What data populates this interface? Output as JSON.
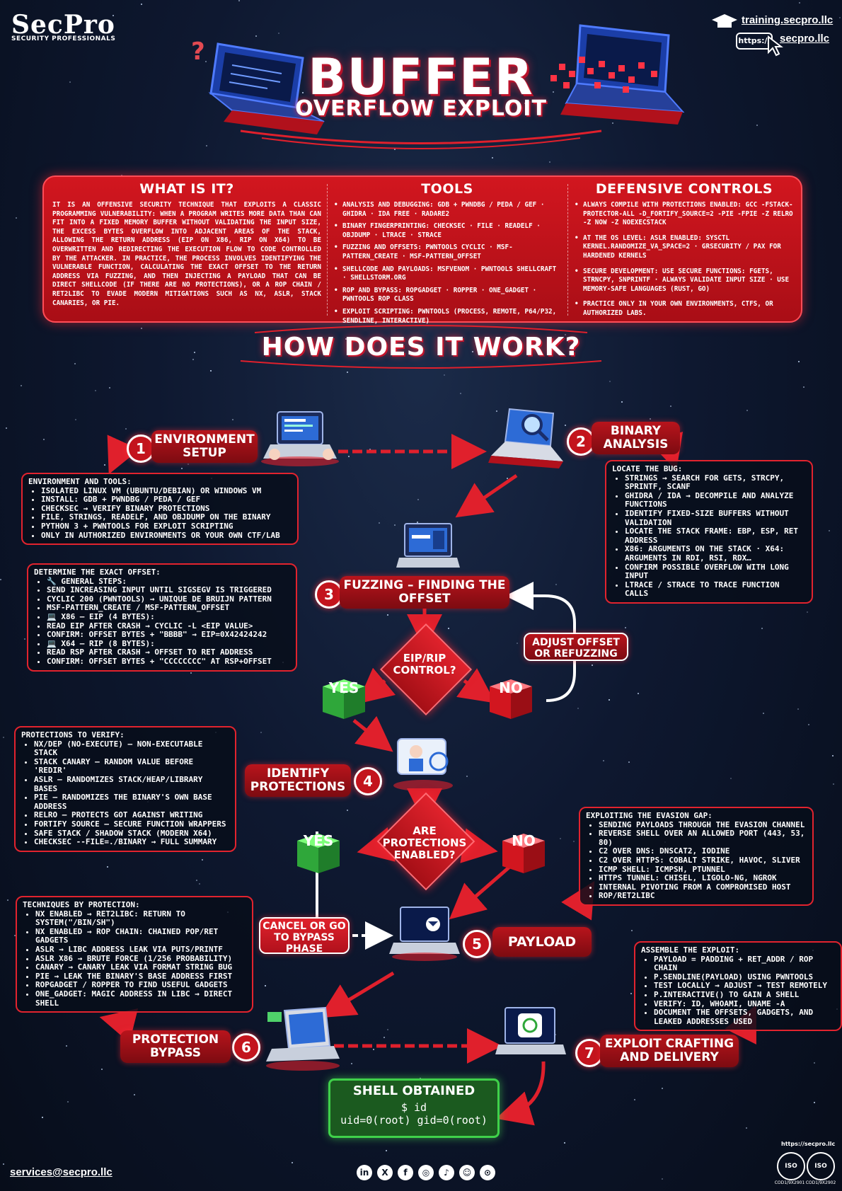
{
  "brand": {
    "logo": "SecPro",
    "tagline": "SECURITY PROFESSIONALS"
  },
  "links": {
    "training": "training.secpro.llc",
    "url_prefix": "https://",
    "site": "secpro.llc"
  },
  "title": {
    "line1": "BUFFER",
    "line2": "OVERFLOW EXPLOIT"
  },
  "panel": {
    "what": {
      "heading": "WHAT IS IT?",
      "body": "IT IS AN OFFENSIVE SECURITY TECHNIQUE THAT EXPLOITS A CLASSIC PROGRAMMING VULNERABILITY: WHEN A PROGRAM WRITES MORE DATA THAN CAN FIT INTO A FIXED MEMORY BUFFER WITHOUT VALIDATING THE INPUT SIZE, THE EXCESS BYTES OVERFLOW INTO ADJACENT AREAS OF THE STACK, ALLOWING THE RETURN ADDRESS (EIP ON X86, RIP ON X64) TO BE OVERWRITTEN AND REDIRECTING THE EXECUTION FLOW TO CODE CONTROLLED BY THE ATTACKER. IN PRACTICE, THE PROCESS INVOLVES IDENTIFYING THE VULNERABLE FUNCTION, CALCULATING THE EXACT OFFSET TO THE RETURN ADDRESS VIA FUZZING, AND THEN INJECTING A PAYLOAD THAT CAN BE DIRECT SHELLCODE (IF THERE ARE NO PROTECTIONS), OR A ROP CHAIN / RET2LIBC TO EVADE MODERN MITIGATIONS SUCH AS NX, ASLR, STACK CANARIES, OR PIE."
    },
    "tools": {
      "heading": "TOOLS",
      "items": [
        "ANALYSIS AND DEBUGGING: GDB + PWNDBG / PEDA / GEF · GHIDRA · IDA FREE · RADARE2",
        "BINARY FINGERPRINTING: CHECKSEC · FILE · READELF · OBJDUMP · LTRACE · STRACE",
        "FUZZING AND OFFSETS: PWNTOOLS CYCLIC · MSF-PATTERN_CREATE · MSF-PATTERN_OFFSET",
        "SHELLCODE AND PAYLOADS: MSFVENOM · PWNTOOLS SHELLCRAFT · SHELLSTORM.ORG",
        "ROP AND BYPASS: ROPGADGET · ROPPER · ONE_GADGET · PWNTOOLS ROP CLASS",
        "EXPLOIT SCRIPTING: PWNTOOLS (PROCESS, REMOTE, P64/P32, SENDLINE, INTERACTIVE)"
      ]
    },
    "defense": {
      "heading": "DEFENSIVE CONTROLS",
      "items": [
        "ALWAYS COMPILE WITH PROTECTIONS ENABLED: GCC -FSTACK-PROTECTOR-ALL -D_FORTIFY_SOURCE=2 -PIE -FPIE -Z RELRO -Z NOW -Z NOEXECSTACK",
        "AT THE OS LEVEL: ASLR ENABLED: SYSCTL KERNEL.RANDOMIZE_VA_SPACE=2 · GRSECURITY / PAX FOR HARDENED KERNELS",
        "SECURE DEVELOPMENT: USE SECURE FUNCTIONS: FGETS, STRNCPY, SNPRINTF · ALWAYS VALIDATE INPUT SIZE · USE MEMORY-SAFE LANGUAGES (RUST, GO)",
        "PRACTICE ONLY IN YOUR OWN ENVIRONMENTS, CTFS, OR AUTHORIZED LABS."
      ]
    }
  },
  "how_heading": "HOW DOES IT WORK?",
  "steps": {
    "s1": {
      "num": "1",
      "label": "ENVIRONMENT SETUP"
    },
    "s2": {
      "num": "2",
      "label": "BINARY ANALYSIS"
    },
    "s3": {
      "num": "3",
      "label": "FUZZING – FINDING THE OFFSET"
    },
    "s4": {
      "num": "4",
      "label": "IDENTIFY PROTECTIONS"
    },
    "s5": {
      "num": "5",
      "label": "PAYLOAD"
    },
    "s6": {
      "num": "6",
      "label": "PROTECTION BYPASS"
    },
    "s7": {
      "num": "7",
      "label": "EXPLOIT CRAFTING AND DELIVERY"
    }
  },
  "boxes": {
    "env": {
      "title": "ENVIRONMENT AND TOOLS:",
      "items": [
        "ISOLATED LINUX VM (UBUNTU/DEBIAN) OR WINDOWS VM",
        "INSTALL: GDB + PWNDBG / PEDA / GEF",
        "CHECKSEC → VERIFY BINARY PROTECTIONS",
        "FILE, STRINGS, READELF, AND OBJDUMP ON THE BINARY",
        "PYTHON 3 + PWNTOOLS FOR EXPLOIT SCRIPTING",
        "ONLY IN AUTHORIZED ENVIRONMENTS OR YOUR OWN CTF/LAB"
      ]
    },
    "bug": {
      "title": "LOCATE THE BUG:",
      "items": [
        "STRINGS → SEARCH FOR GETS, STRCPY, SPRINTF, SCANF",
        "GHIDRA / IDA → DECOMPILE AND ANALYZE FUNCTIONS",
        "IDENTIFY FIXED-SIZE BUFFERS WITHOUT VALIDATION",
        "LOCATE THE STACK FRAME: EBP, ESP, RET ADDRESS",
        "X86: ARGUMENTS ON THE STACK · X64: ARGUMENTS IN RDI, RSI, RDX…",
        "CONFIRM POSSIBLE OVERFLOW WITH LONG INPUT",
        "LTRACE / STRACE TO TRACE FUNCTION CALLS"
      ]
    },
    "offset": {
      "title": "DETERMINE THE EXACT OFFSET:",
      "items": [
        "🔧 GENERAL STEPS:",
        "SEND INCREASING INPUT UNTIL SIGSEGV IS TRIGGERED",
        "CYCLIC 200 (PWNTOOLS) → UNIQUE DE BRUIJN PATTERN",
        "MSF-PATTERN_CREATE / MSF-PATTERN_OFFSET",
        "💻 X86 – EIP (4 BYTES):",
        "READ EIP AFTER CRASH → CYCLIC -L <EIP VALUE>",
        "CONFIRM: OFFSET BYTES + \"BBBB\" → EIP=0X42424242",
        "💻 X64 – RIP (8 BYTES):",
        "READ RSP AFTER CRASH → OFFSET TO RET ADDRESS",
        "CONFIRM: OFFSET BYTES + \"CCCCCCCC\" AT RSP+OFFSET"
      ]
    },
    "prot": {
      "title": "PROTECTIONS TO VERIFY:",
      "items": [
        "NX/DEP (NO-EXECUTE) – NON-EXECUTABLE STACK",
        "STACK CANARY – RANDOM VALUE BEFORE 'REDIR'",
        "ASLR – RANDOMIZES STACK/HEAP/LIBRARY BASES",
        "PIE – RANDOMIZES THE BINARY'S OWN BASE ADDRESS",
        "RELRO – PROTECTS GOT AGAINST WRITING",
        "FORTIFY SOURCE – SECURE FUNCTION WRAPPERS",
        "SAFE STACK / SHADOW STACK (MODERN X64)",
        "CHECKSEC --FILE=./BINARY → FULL SUMMARY"
      ]
    },
    "evasion": {
      "title": "EXPLOITING THE EVASION GAP:",
      "items": [
        "SENDING PAYLOADS THROUGH THE EVASION CHANNEL",
        "REVERSE SHELL OVER AN ALLOWED PORT (443, 53, 80)",
        "C2 OVER DNS: DNSCAT2, IODINE",
        "C2 OVER HTTPS: COBALT STRIKE, HAVOC, SLIVER",
        "ICMP SHELL: ICMPSH, PTUNNEL",
        "HTTPS TUNNEL: CHISEL, LIGOLO-NG, NGROK",
        "INTERNAL PIVOTING FROM A COMPROMISED HOST",
        "ROP/RET2LIBC"
      ]
    },
    "tech": {
      "title": "TECHNIQUES BY PROTECTION:",
      "items": [
        "NX ENABLED → RET2LIBC: RETURN TO SYSTEM(\"/BIN/SH\")",
        "NX ENABLED → ROP CHAIN: CHAINED POP/RET GADGETS",
        "ASLR → LIBC ADDRESS LEAK VIA PUTS/PRINTF",
        "ASLR X86 → BRUTE FORCE (1/256 PROBABILITY)",
        "CANARY → CANARY LEAK VIA FORMAT STRING BUG",
        "PIE → LEAK THE BINARY'S BASE ADDRESS FIRST",
        "ROPGADGET / ROPPER TO FIND USEFUL GADGETS",
        "ONE_GADGET: MAGIC ADDRESS IN LIBC → DIRECT SHELL"
      ]
    },
    "assemble": {
      "title": "ASSEMBLE THE EXPLOIT:",
      "items": [
        "PAYLOAD = PADDING + RET_ADDR / ROP CHAIN",
        "P.SENDLINE(PAYLOAD) USING PWNTOOLS",
        "TEST LOCALLY → ADJUST → TEST REMOTELY",
        "P.INTERACTIVE() TO GAIN A SHELL",
        "VERIFY: ID, WHOAMI, UNAME -A",
        "DOCUMENT THE OFFSETS, GADGETS, AND LEAKED ADDRESSES USED"
      ]
    }
  },
  "decisions": {
    "eip": "EIP/RIP CONTROL?",
    "protections": "ARE PROTECTIONS ENABLED?",
    "yes": "YES",
    "no": "NO",
    "adjust": "ADJUST OFFSET OR REFUZZING",
    "cancel": "CANCEL OR GO TO BYPASS PHASE"
  },
  "shell": {
    "title": "SHELL OBTAINED",
    "cmd": "$ id",
    "output": "uid=0(root) gid=0(root)"
  },
  "footer": {
    "email": "services@secpro.llc",
    "site_small": "https://secpro.llc",
    "socials": [
      "in",
      "X",
      "f",
      "◎",
      "♪",
      "☺",
      "⊙"
    ],
    "badges": [
      "ISO",
      "ISO"
    ],
    "badge_captions": [
      "COD1/9X2901",
      "COD1/9X2902"
    ]
  },
  "colors": {
    "red": "#c3141d",
    "green": "#3fd14a",
    "bg": "#0b1424"
  }
}
